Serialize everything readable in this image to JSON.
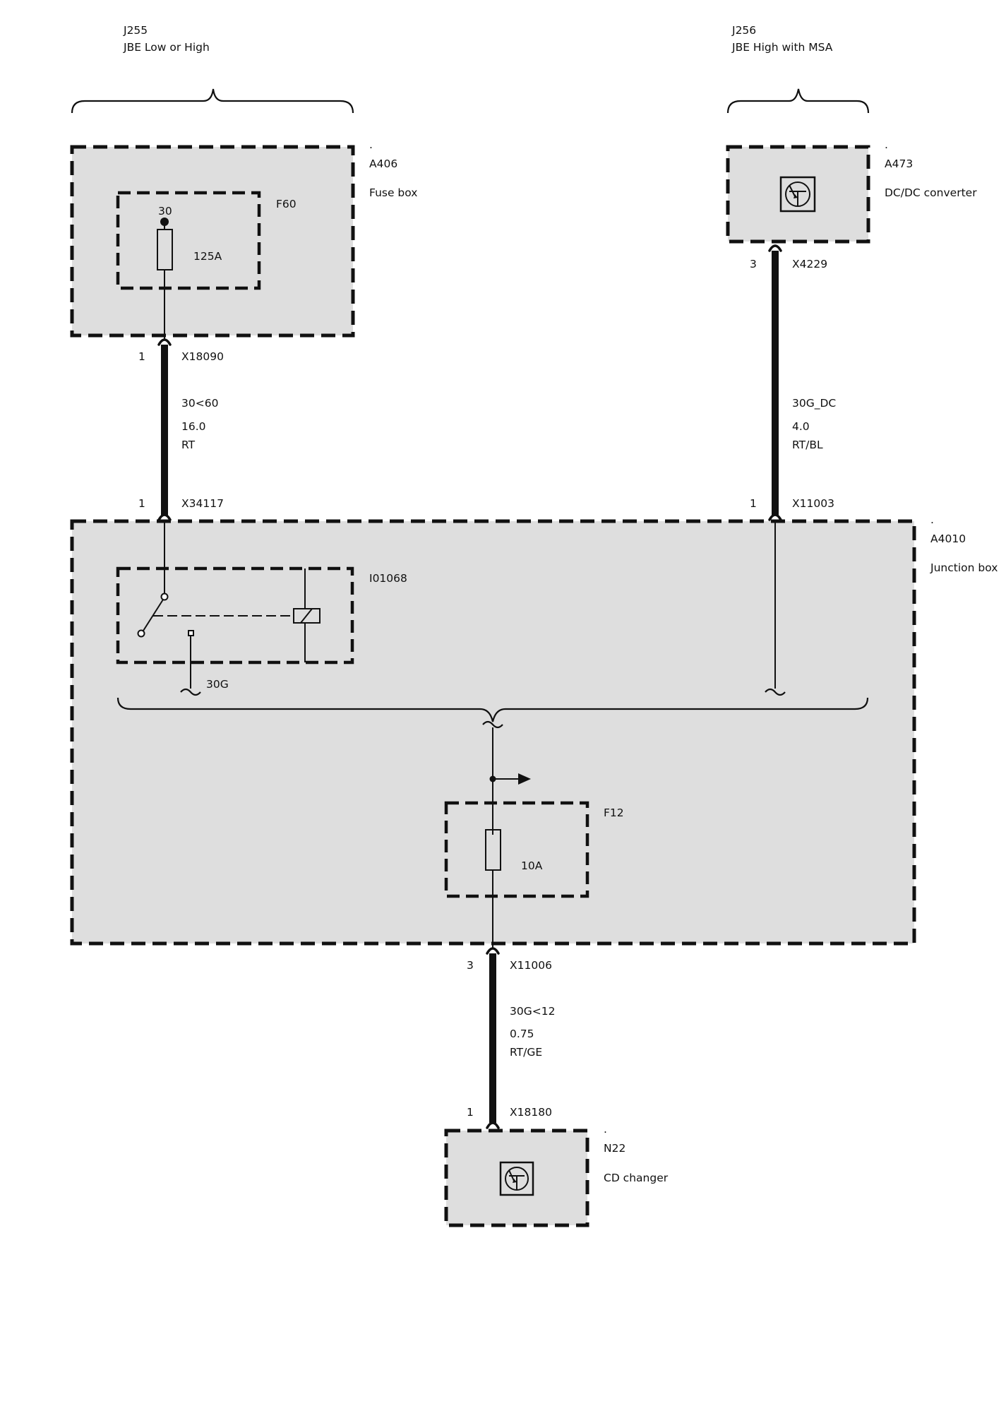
{
  "variants": [
    {
      "code": "J255",
      "desc": "JBE Low or High"
    },
    {
      "code": "J256",
      "desc": "JBE High with MSA"
    }
  ],
  "components": {
    "fuse_box": {
      "dot": ".",
      "id": "A406",
      "name": "Fuse box"
    },
    "dcdc": {
      "dot": ".",
      "id": "A473",
      "name": "DC/DC converter"
    },
    "junction_box": {
      "dot": ".",
      "id": "A4010",
      "name": "Junction box"
    },
    "cd_changer": {
      "dot": ".",
      "id": "N22",
      "name": "CD changer"
    }
  },
  "fuses": {
    "f60": {
      "id": "F60",
      "terminal": "30",
      "rating": "125A"
    },
    "f12": {
      "id": "F12",
      "rating": "10A"
    }
  },
  "relay": {
    "id": "I01068",
    "output": "30G"
  },
  "connectors": {
    "x18090": {
      "pin": "1",
      "id": "X18090"
    },
    "x34117": {
      "pin": "1",
      "id": "X34117"
    },
    "x4229": {
      "pin": "3",
      "id": "X4229"
    },
    "x11003": {
      "pin": "1",
      "id": "X11003"
    },
    "x11006": {
      "pin": "3",
      "id": "X11006"
    },
    "x18180": {
      "pin": "1",
      "id": "X18180"
    }
  },
  "wires": {
    "w1": {
      "signal": "30<60",
      "size": "16.0",
      "color": "RT"
    },
    "w2": {
      "signal": "30G_DC",
      "size": "4.0",
      "color": "RT/BL"
    },
    "w3": {
      "signal": "30G<12",
      "size": "0.75",
      "color": "RT/GE"
    }
  }
}
